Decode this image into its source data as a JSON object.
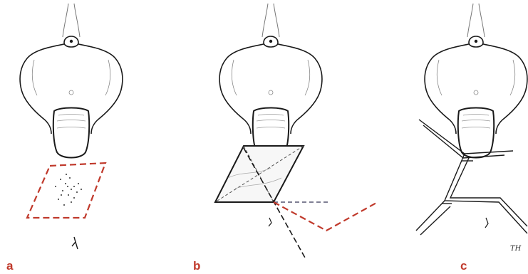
{
  "panels": [
    {
      "id": "a",
      "label": "a"
    },
    {
      "id": "b",
      "label": "b"
    },
    {
      "id": "c",
      "label": "c"
    }
  ],
  "colors": {
    "ink": "#1a1a1a",
    "guide": "#c0392b",
    "label": "#c0392b"
  },
  "signature_text": "TH"
}
